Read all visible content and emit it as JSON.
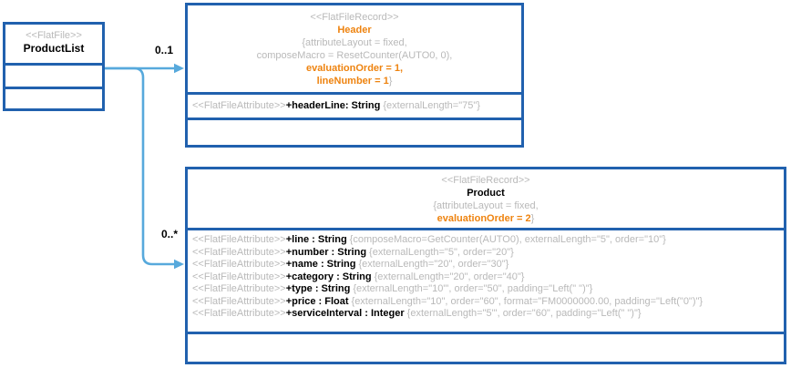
{
  "colors": {
    "box_border": "#2161ae",
    "connector": "#57a9dc",
    "emphasis_orange": "#ee830f",
    "muted_gray": "#b9b9b9"
  },
  "connectors": {
    "header_multiplicity": "0..1",
    "product_multiplicity": "0..*"
  },
  "product_list": {
    "stereotype": "<<FlatFile>>",
    "name": "ProductList"
  },
  "header_record": {
    "stereotype": "<<FlatFileRecord>>",
    "name": "Header",
    "prop_line1": "{attributeLayout = fixed,",
    "prop_line2": "composeMacro = ResetCounter(AUTO0, 0),",
    "emph_line1": "evaluationOrder = 1,",
    "emph_line2": "lineNumber = 1",
    "closing_brace": "}",
    "attribute": {
      "stereotype": "<<FlatFileAttribute>>",
      "signature": "+headerLine: String",
      "properties": "{externalLength=\"75\"}"
    }
  },
  "product_record": {
    "stereotype": "<<FlatFileRecord>>",
    "name": "Product",
    "prop_line1": "{attributeLayout = fixed,",
    "emph_line": "evaluationOrder = 2",
    "closing_brace": "}",
    "attributes": [
      {
        "stereotype": "<<FlatFileAttribute>>",
        "signature": "+line : String",
        "properties": "{composeMacro=GetCounter(AUTO0), externalLength=\"5\", order=\"10\"}"
      },
      {
        "stereotype": "<<FlatFileAttribute>>",
        "signature": "+number : String",
        "properties": "{externalLength=\"5\", order=\"20\"}"
      },
      {
        "stereotype": "<<FlatFileAttribute>>",
        "signature": "+name : String",
        "properties": "{externalLength=\"20\", order=\"30\"}"
      },
      {
        "stereotype": "<<FlatFileAttribute>>",
        "signature": "+category : String",
        "properties": "{externalLength=\"20\", order=\"40\"}"
      },
      {
        "stereotype": "<<FlatFileAttribute>>",
        "signature": "+type : String",
        "properties": "{externalLength=\"10\"', order=\"50\", padding=\"Left(\" \")\"}"
      },
      {
        "stereotype": "<<FlatFileAttribute>>",
        "signature": "+price : Float",
        "properties": "{externalLength=\"10\", order=\"60\", format=\"FM0000000.00, padding=\"Left(\"0\")\"}"
      },
      {
        "stereotype": "<<FlatFileAttribute>>",
        "signature": "+serviceInterval : Integer",
        "properties": "{externalLength=\"5\"', order=\"60\", padding=\"Left(\" \")\"}"
      }
    ]
  }
}
